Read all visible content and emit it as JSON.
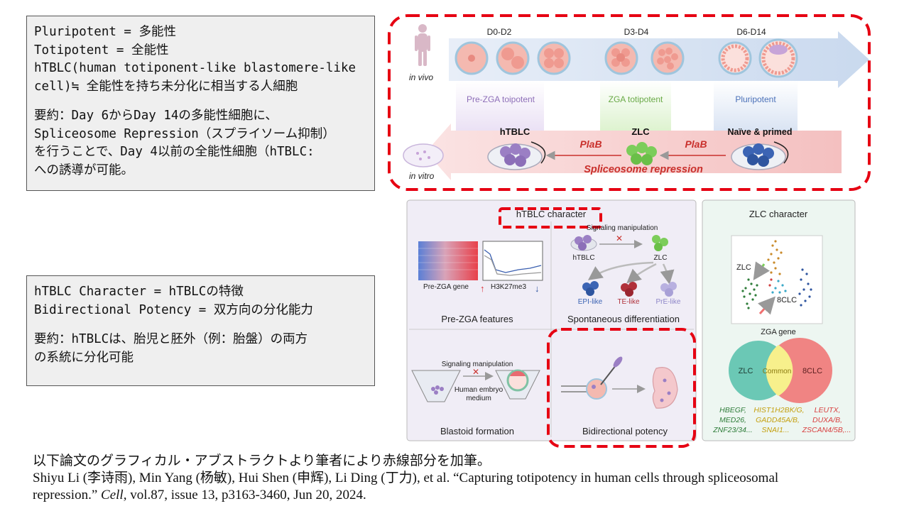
{
  "note1": {
    "lines": [
      "Pluripotent = 多能性",
      "Totipotent = 全能性",
      "hTBLC(human totiponent-like blastomere-like",
      "cell)≒ 全能性を持ち未分化に相当する人細胞",
      "",
      "要約：Day 6からDay 14の多能性細胞に、",
      "Spliceosome Repression（スプライソーム抑制）",
      "を行うことで、Day 4以前の全能性細胞（hTBLC:",
      "への誘導が可能。"
    ]
  },
  "note2": {
    "lines": [
      "hTBLC Character = hTBLCの特徴",
      "Bidirectional Potency = 双方向の分化能力",
      "",
      "要約：hTBLCは、胎児と胚外（例：胎盤）の両方",
      "の系統に分化可能"
    ]
  },
  "figure": {
    "top": {
      "in_vivo": "in vivo",
      "in_vitro": "in vitro",
      "stage_d0": "D0-D2",
      "stage_d3": "D3-D4",
      "stage_d6": "D6-D14",
      "pre_zga": "Pre-ZGA toipotent",
      "zga": "ZGA totipotent",
      "pluripotent": "Pluripotent",
      "htblc": "hTBLC",
      "zlc": "ZLC",
      "naive": "Naïve & primed",
      "plab1": "PlaB",
      "plab2": "PlaB",
      "spliceosome": "Spliceosome repression"
    },
    "htblc_panel": {
      "header": "hTBLC character",
      "pre_zga_gene": "Pre-ZGA gene",
      "h3k27": "H3K27me3",
      "pre_zga_features": "Pre-ZGA features",
      "signaling": "Signaling manipulation",
      "htblc_label": "hTBLC",
      "zlc_label": "ZLC",
      "epi": "EPI-like",
      "te": "TE-like",
      "pre": "PrE-like",
      "spontaneous": "Spontaneous differentiation",
      "signaling2": "Signaling manipulation",
      "human_embryo": "Human embryo",
      "medium": "medium",
      "blastoid": "Blastoid formation",
      "bidirectional": "Bidirectional potency"
    },
    "zlc_panel": {
      "header": "ZLC character",
      "zlc": "ZLC",
      "eightclc": "8CLC",
      "zga_gene": "ZGA gene",
      "venn_left": "ZLC",
      "venn_common": "Common",
      "venn_right": "8CLC",
      "genes_row1_a": "HBEGF,",
      "genes_row1_b": "HIST1H2BK/G,",
      "genes_row1_c": "LEUTX,",
      "genes_row2_a": "MED26,",
      "genes_row2_b": "GADD45A/B,",
      "genes_row2_c": "DUXA/B,",
      "genes_row3_a": "ZNF23/34...",
      "genes_row3_b": "SNAI1...",
      "genes_row3_c": "ZSCAN4/5B,..."
    }
  },
  "citation": {
    "line1": "以下論文のグラフィカル・アブストラクトより筆者により赤線部分を加筆。",
    "line2": "Shiyu Li (李诗雨), Min Yang (杨敏), Hui Shen (申辉), Li Ding (丁力), et al. “Capturing totipotency in human cells through spliceosomal",
    "line3a": "repression.” ",
    "journal": "Cell,",
    "line3b": "  vol.87, issue 13, p3163-3460, Jun 20, 2024."
  },
  "colors": {
    "highlight_red": "#e60012",
    "note_bg": "#efefef",
    "purple_cell": "#9b7fc4",
    "green_cell": "#7ccd5a",
    "blue_cell": "#3c64b4",
    "venn_left": "#3fb8a0",
    "venn_right": "#f07070",
    "venn_common": "#f7f08c"
  }
}
